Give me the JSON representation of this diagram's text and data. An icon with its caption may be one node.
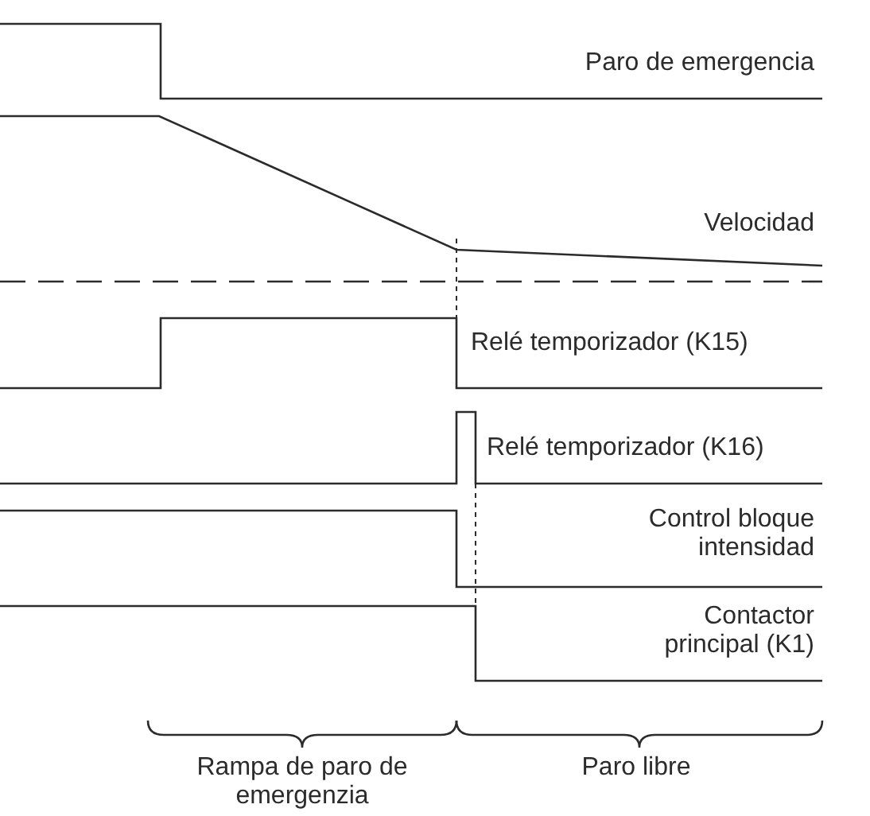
{
  "diagram": {
    "labels": [
      "Paro de emergencia",
      "Velocidad",
      "Relé temporizador (K15)",
      "Relé temporizador (K16)",
      "Control bloque intensidad",
      "Contactor principal (K1)",
      "Rampa de paro de emergenzia",
      "Paro libre"
    ]
  }
}
